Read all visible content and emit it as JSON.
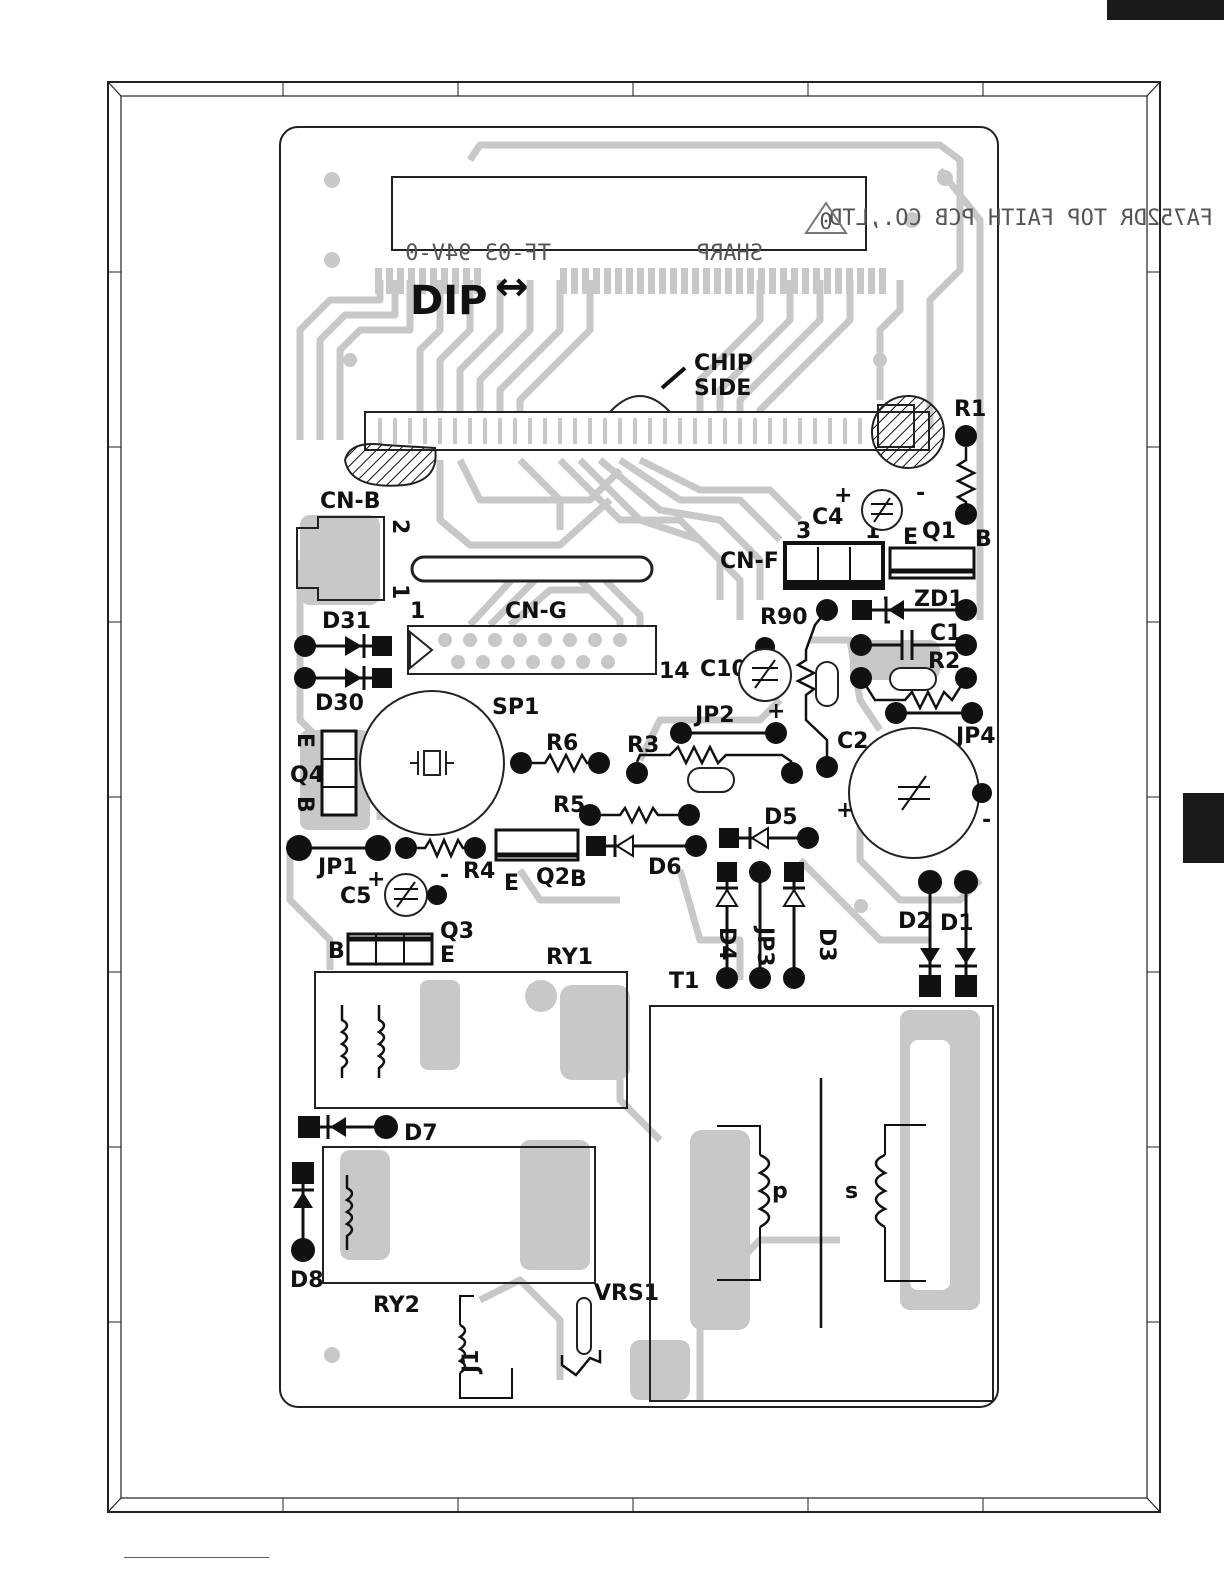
{
  "diagram": {
    "type": "pcb-component-layout",
    "board_markings": {
      "line1": "FA752DR TOP FAITH PCB CO.,LTD",
      "line2": "TF-03 94V-0",
      "line3": "SHARP",
      "safety_mark": "0"
    },
    "dip_label": "DIP",
    "dip_arrow": "↔",
    "chip_side_label_1": "CHIP",
    "chip_side_label_2": "SIDE",
    "components": {
      "R1": "R1",
      "C4": "C4",
      "Q1": "Q1",
      "CN_B": "CN-B",
      "CN_F": "CN-F",
      "CN_G": "CN-G",
      "D31": "D31",
      "D30": "D30",
      "SP1": "SP1",
      "R90": "R90",
      "ZD1": "ZD1",
      "C1": "C1",
      "R2": "R2",
      "C10": "C10",
      "JP2": "JP2",
      "R6": "R6",
      "R3": "R3",
      "C2": "C2",
      "JP4": "JP4",
      "Q4": "Q4",
      "R5": "R5",
      "D5": "D5",
      "JP1": "JP1",
      "R4": "R4",
      "Q2": "Q2",
      "D6": "D6",
      "C5": "C5",
      "Q3": "Q3",
      "D4": "D4",
      "JP3": "JP3",
      "D3": "D3",
      "D2": "D2",
      "D1": "D1",
      "RY1": "RY1",
      "T1": "T1",
      "D7": "D7",
      "D8": "D8",
      "RY2": "RY2",
      "VRS1": "VRS1",
      "J1": "J1"
    },
    "pins": {
      "cn_b_pin2": "2",
      "cn_b_pin1": "1",
      "cn_f_pin3": "3",
      "cn_f_pin1": "1",
      "cn_g_pin1": "1",
      "cn_g_pin14": "14",
      "q1_e": "E",
      "q1_b": "B",
      "q4_e": "E",
      "q4_b": "B",
      "q2_e": "E",
      "q2_b": "B",
      "q3_b": "B",
      "q3_e": "E",
      "transformer_primary": "p",
      "transformer_secondary": "s"
    },
    "polarity": {
      "plus": "+",
      "minus": "-"
    },
    "colors": {
      "copper": "#c8c8c8",
      "ink": "#111111",
      "board_outline": "#222222",
      "corner_tab": "#1a1a1a",
      "link_line": "#3b5bdb"
    }
  }
}
